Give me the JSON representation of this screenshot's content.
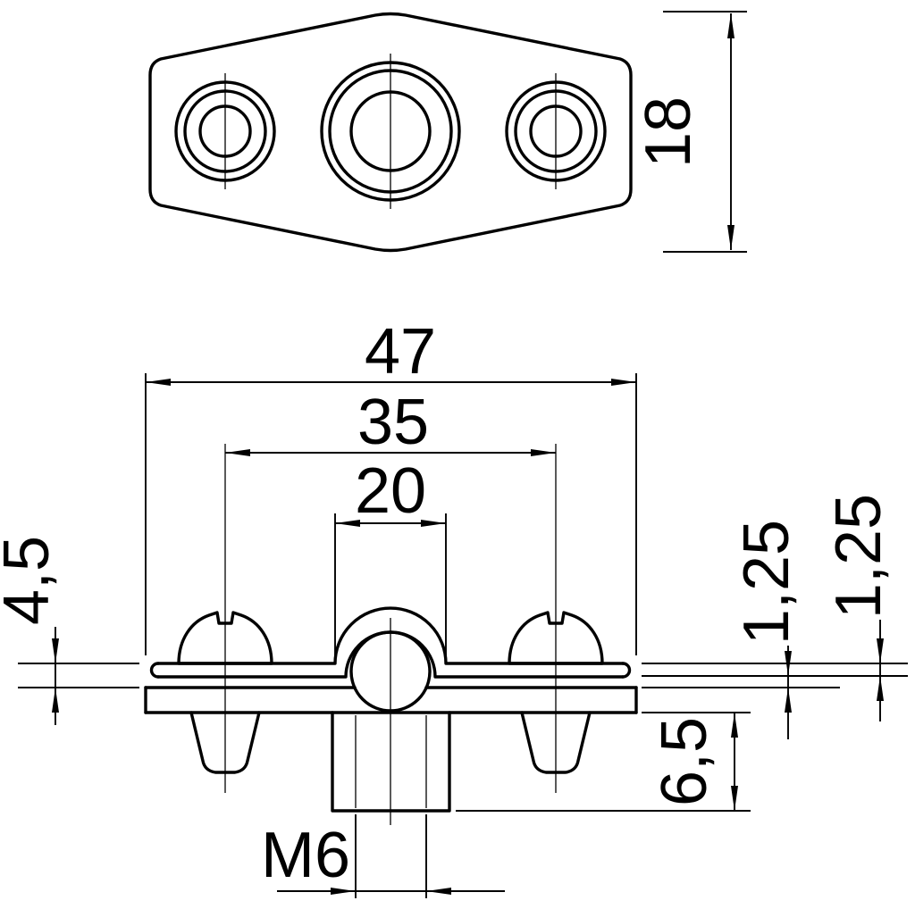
{
  "meta": {
    "background_color": "#ffffff",
    "line_color": "#000000"
  },
  "dimensions": {
    "top_view_height": "18",
    "overall_width": "47",
    "hole_spacing": "35",
    "saddle_width": "20",
    "end_height": "4,5",
    "strap_thickness": "1,25",
    "base_thickness": "1,25",
    "bush_height": "6,5",
    "thread_size": "M6"
  }
}
